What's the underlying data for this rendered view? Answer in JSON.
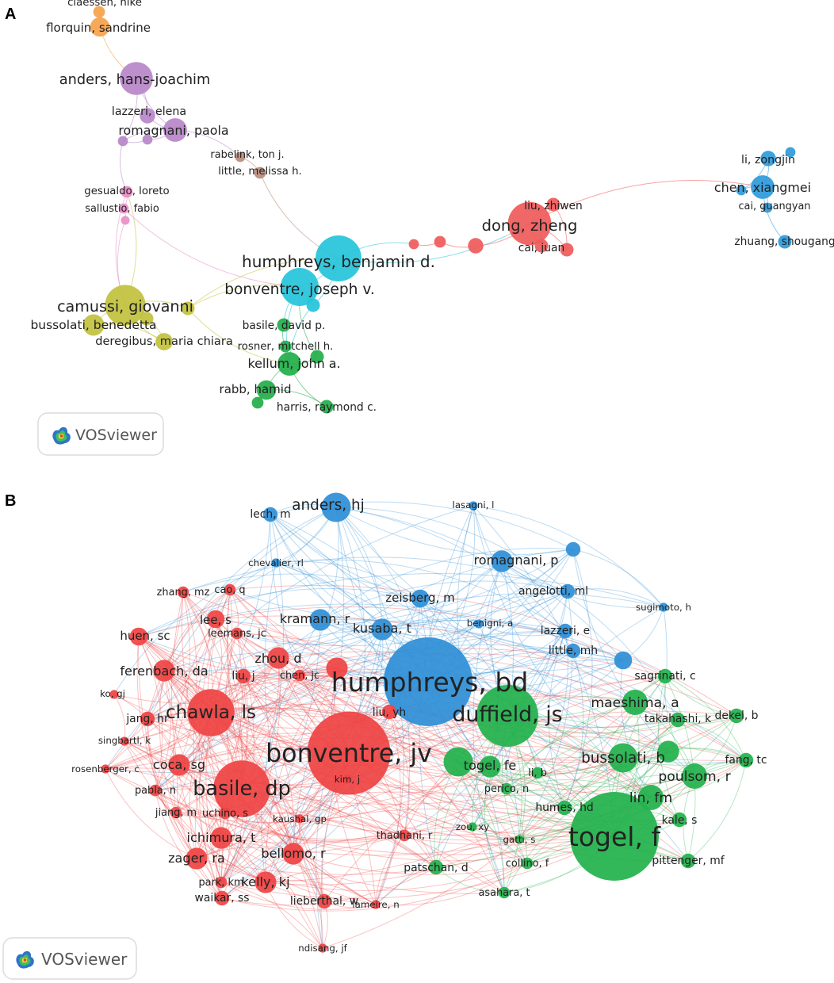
{
  "panels": [
    {
      "id": "A",
      "letter": "A",
      "badge": "VOSviewer",
      "colors": {
        "orange": "#F5A24E",
        "purple": "#B886C8",
        "pink": "#E98FC6",
        "brown": "#B98C7C",
        "cyan": "#27C4DA",
        "red": "#EF5B5B",
        "blue": "#2E9BDB",
        "olive": "#C2C23E",
        "green": "#22AE4A"
      },
      "nodes": [
        {
          "id": "a_claessen",
          "label": "claessen, nike",
          "c": "orange",
          "v": 0.25
        },
        {
          "id": "a_florquin",
          "label": "florquin, sandrine",
          "c": "orange",
          "v": 0.45
        },
        {
          "id": "a_anders",
          "label": "anders, hans-joachim",
          "c": "purple",
          "v": 0.75
        },
        {
          "id": "a_lazzeri",
          "label": "lazzeri, elena",
          "c": "purple",
          "v": 0.35
        },
        {
          "id": "a_romagnani",
          "label": "romagnani, paola",
          "c": "purple",
          "v": 0.55
        },
        {
          "id": "a_p1",
          "label": "",
          "c": "purple",
          "v": 0.2
        },
        {
          "id": "a_p2",
          "label": "",
          "c": "purple",
          "v": 0.2
        },
        {
          "id": "a_rabelink",
          "label": "rabelink, ton j.",
          "c": "brown",
          "v": 0.2
        },
        {
          "id": "a_little",
          "label": "little, melissa h.",
          "c": "brown",
          "v": 0.25
        },
        {
          "id": "a_gesualdo",
          "label": "gesualdo, loreto",
          "c": "pink",
          "v": 0.25
        },
        {
          "id": "a_sallustio",
          "label": "sallustio, fabio",
          "c": "pink",
          "v": 0.2
        },
        {
          "id": "a_pk1",
          "label": "",
          "c": "pink",
          "v": 0.15
        },
        {
          "id": "a_humphreys",
          "label": "humphreys, benjamin d.",
          "c": "cyan",
          "v": 1.0
        },
        {
          "id": "a_bonventre",
          "label": "bonventre, joseph v.",
          "c": "cyan",
          "v": 0.85
        },
        {
          "id": "a_cy1",
          "label": "",
          "c": "cyan",
          "v": 0.3
        },
        {
          "id": "a_dong",
          "label": "dong, zheng",
          "c": "red",
          "v": 0.95
        },
        {
          "id": "a_liu",
          "label": "liu, zhiwen",
          "c": "red",
          "v": 0.3
        },
        {
          "id": "a_cai",
          "label": "cai, juan",
          "c": "red",
          "v": 0.3
        },
        {
          "id": "a_r1",
          "label": "",
          "c": "red",
          "v": 0.35
        },
        {
          "id": "a_r2",
          "label": "",
          "c": "red",
          "v": 0.25
        },
        {
          "id": "a_r3",
          "label": "",
          "c": "red",
          "v": 0.2
        },
        {
          "id": "a_r4",
          "label": "",
          "c": "red",
          "v": 0.3
        },
        {
          "id": "a_li",
          "label": "li, zongjin",
          "c": "blue",
          "v": 0.35
        },
        {
          "id": "a_chen",
          "label": "chen, xiangmei",
          "c": "blue",
          "v": 0.55
        },
        {
          "id": "a_caig",
          "label": "cai, guangyan",
          "c": "blue",
          "v": 0.2
        },
        {
          "id": "a_zhuang",
          "label": "zhuang, shougang",
          "c": "blue",
          "v": 0.3
        },
        {
          "id": "a_b1",
          "label": "",
          "c": "blue",
          "v": 0.2
        },
        {
          "id": "a_b2",
          "label": "",
          "c": "blue",
          "v": 0.2
        },
        {
          "id": "a_camussi",
          "label": "camussi, giovanni",
          "c": "olive",
          "v": 0.9
        },
        {
          "id": "a_bussolati",
          "label": "bussolati, benedetta",
          "c": "olive",
          "v": 0.5
        },
        {
          "id": "a_deregibus",
          "label": "deregibus, maria chiara",
          "c": "olive",
          "v": 0.4
        },
        {
          "id": "a_o1",
          "label": "",
          "c": "olive",
          "v": 0.3
        },
        {
          "id": "a_o2",
          "label": "",
          "c": "olive",
          "v": 0.3
        },
        {
          "id": "a_basile",
          "label": "basile, david p.",
          "c": "green",
          "v": 0.3
        },
        {
          "id": "a_rosner",
          "label": "rosner, mitchell h.",
          "c": "green",
          "v": 0.25
        },
        {
          "id": "a_kellum",
          "label": "kellum, john a.",
          "c": "green",
          "v": 0.55
        },
        {
          "id": "a_rabb",
          "label": "rabb, hamid",
          "c": "green",
          "v": 0.45
        },
        {
          "id": "a_harris",
          "label": "harris, raymond c.",
          "c": "green",
          "v": 0.3
        },
        {
          "id": "a_g1",
          "label": "",
          "c": "green",
          "v": 0.25
        },
        {
          "id": "a_g2",
          "label": "",
          "c": "green",
          "v": 0.3
        }
      ]
    },
    {
      "id": "B",
      "letter": "B",
      "badge": "VOSviewer",
      "colors": {
        "red": "#EF4444",
        "green": "#22B24C",
        "blue": "#2F8FD6"
      },
      "nodes": [
        {
          "id": "b_anders",
          "label": "anders, hj",
          "c": "blue",
          "v": 0.4
        },
        {
          "id": "b_lech",
          "label": "lech, m",
          "c": "blue",
          "v": 0.2
        },
        {
          "id": "b_lasagni",
          "label": "lasagni, l",
          "c": "blue",
          "v": 0.1
        },
        {
          "id": "b_chevalier",
          "label": "chevalier, rl",
          "c": "blue",
          "v": 0.1
        },
        {
          "id": "b_romagnani",
          "label": "romagnani, p",
          "c": "blue",
          "v": 0.3
        },
        {
          "id": "b_angelotti",
          "label": "angelotti, ml",
          "c": "blue",
          "v": 0.2
        },
        {
          "id": "b_zeisberg",
          "label": "zeisberg, m",
          "c": "blue",
          "v": 0.25
        },
        {
          "id": "b_sugimoto",
          "label": "sugimoto, h",
          "c": "blue",
          "v": 0.1
        },
        {
          "id": "b_kramann",
          "label": "kramann, r",
          "c": "blue",
          "v": 0.3
        },
        {
          "id": "b_kusaba",
          "label": "kusaba, t",
          "c": "blue",
          "v": 0.3
        },
        {
          "id": "b_benigni",
          "label": "benigni, a",
          "c": "blue",
          "v": 0.1
        },
        {
          "id": "b_lazzeri",
          "label": "lazzeri, e",
          "c": "blue",
          "v": 0.2
        },
        {
          "id": "b_little",
          "label": "little, mh",
          "c": "blue",
          "v": 0.2
        },
        {
          "id": "b_humphreys",
          "label": "humphreys, bd",
          "c": "blue",
          "v": 1.0
        },
        {
          "id": "b_bl1",
          "label": "",
          "c": "blue",
          "v": 0.25
        },
        {
          "id": "b_bl2",
          "label": "",
          "c": "blue",
          "v": 0.2
        },
        {
          "id": "b_zhang",
          "label": "zhang, mz",
          "c": "red",
          "v": 0.15
        },
        {
          "id": "b_cao",
          "label": "cao, q",
          "c": "red",
          "v": 0.15
        },
        {
          "id": "b_lee",
          "label": "lee, s",
          "c": "red",
          "v": 0.25
        },
        {
          "id": "b_leemans",
          "label": "leemans, jc",
          "c": "red",
          "v": 0.15
        },
        {
          "id": "b_huen",
          "label": "huen, sc",
          "c": "red",
          "v": 0.25
        },
        {
          "id": "b_ferenbach",
          "label": "ferenbach, da",
          "c": "red",
          "v": 0.3
        },
        {
          "id": "b_zhou",
          "label": "zhou, d",
          "c": "red",
          "v": 0.3
        },
        {
          "id": "b_liuj",
          "label": "liu, j",
          "c": "red",
          "v": 0.2
        },
        {
          "id": "b_chenjc",
          "label": "chen, jc",
          "c": "red",
          "v": 0.15
        },
        {
          "id": "b_ko",
          "label": "ko, gj",
          "c": "red",
          "v": 0.1
        },
        {
          "id": "b_chawla",
          "label": "chawla, ls",
          "c": "red",
          "v": 0.6
        },
        {
          "id": "b_jang",
          "label": "jang, hr",
          "c": "red",
          "v": 0.2
        },
        {
          "id": "b_singbartl",
          "label": "singbartl, k",
          "c": "red",
          "v": 0.1
        },
        {
          "id": "b_liuyh",
          "label": "liu, yh",
          "c": "red",
          "v": 0.2
        },
        {
          "id": "b_bonventre",
          "label": "bonventre, jv",
          "c": "red",
          "v": 0.95
        },
        {
          "id": "b_coca",
          "label": "coca, sg",
          "c": "red",
          "v": 0.3
        },
        {
          "id": "b_rosenberger",
          "label": "rosenberger, c",
          "c": "red",
          "v": 0.1
        },
        {
          "id": "b_basile",
          "label": "basile, dp",
          "c": "red",
          "v": 0.7
        },
        {
          "id": "b_kim",
          "label": "kim, j",
          "c": "red",
          "v": 0.1
        },
        {
          "id": "b_pabla",
          "label": "pabla, n",
          "c": "red",
          "v": 0.15
        },
        {
          "id": "b_jiang",
          "label": "jiang, m",
          "c": "red",
          "v": 0.15
        },
        {
          "id": "b_uchino",
          "label": "uchino, s",
          "c": "red",
          "v": 0.15
        },
        {
          "id": "b_kaushal",
          "label": "kaushal, gp",
          "c": "red",
          "v": 0.1
        },
        {
          "id": "b_ichimura",
          "label": "ichimura, t",
          "c": "red",
          "v": 0.3
        },
        {
          "id": "b_bellomo",
          "label": "bellomo, r",
          "c": "red",
          "v": 0.3
        },
        {
          "id": "b_zager",
          "label": "zager, ra",
          "c": "red",
          "v": 0.3
        },
        {
          "id": "b_park",
          "label": "park, km",
          "c": "red",
          "v": 0.15
        },
        {
          "id": "b_kelly",
          "label": "kelly, kj",
          "c": "red",
          "v": 0.3
        },
        {
          "id": "b_waikar",
          "label": "waikar, ss",
          "c": "red",
          "v": 0.2
        },
        {
          "id": "b_lieberthal",
          "label": "lieberthal, w",
          "c": "red",
          "v": 0.2
        },
        {
          "id": "b_lameire",
          "label": "lameire, n",
          "c": "red",
          "v": 0.1
        },
        {
          "id": "b_ndisang",
          "label": "ndisang, jf",
          "c": "red",
          "v": 0.1
        },
        {
          "id": "b_thadhani",
          "label": "thadhani, r",
          "c": "red",
          "v": 0.15
        },
        {
          "id": "b_rd1",
          "label": "",
          "c": "red",
          "v": 0.3
        },
        {
          "id": "b_duffield",
          "label": "duffield, js",
          "c": "green",
          "v": 0.75
        },
        {
          "id": "b_sagrinati",
          "label": "sagrinati, c",
          "c": "green",
          "v": 0.2
        },
        {
          "id": "b_maeshima",
          "label": "maeshima, a",
          "c": "green",
          "v": 0.35
        },
        {
          "id": "b_takahashi",
          "label": "takahashi, k",
          "c": "green",
          "v": 0.2
        },
        {
          "id": "b_dekel",
          "label": "dekel, b",
          "c": "green",
          "v": 0.2
        },
        {
          "id": "b_bussolati",
          "label": "bussolati, b",
          "c": "green",
          "v": 0.4
        },
        {
          "id": "b_fang",
          "label": "fang, tc",
          "c": "green",
          "v": 0.2
        },
        {
          "id": "b_togelfe",
          "label": "togel, fe",
          "c": "green",
          "v": 0.3
        },
        {
          "id": "b_lib",
          "label": "li, b",
          "c": "green",
          "v": 0.15
        },
        {
          "id": "b_poulsom",
          "label": "poulsom, r",
          "c": "green",
          "v": 0.35
        },
        {
          "id": "b_perico",
          "label": "perico, n",
          "c": "green",
          "v": 0.15
        },
        {
          "id": "b_linfm",
          "label": "lin, fm",
          "c": "green",
          "v": 0.35
        },
        {
          "id": "b_humes",
          "label": "humes, hd",
          "c": "green",
          "v": 0.2
        },
        {
          "id": "b_kale",
          "label": "kale, s",
          "c": "green",
          "v": 0.2
        },
        {
          "id": "b_zou",
          "label": "zou, xy",
          "c": "green",
          "v": 0.1
        },
        {
          "id": "b_gatti",
          "label": "gatti, s",
          "c": "green",
          "v": 0.1
        },
        {
          "id": "b_togel",
          "label": "togel, f",
          "c": "green",
          "v": 1.0
        },
        {
          "id": "b_collino",
          "label": "collino, f",
          "c": "green",
          "v": 0.15
        },
        {
          "id": "b_patschan",
          "label": "patschan, d",
          "c": "green",
          "v": 0.2
        },
        {
          "id": "b_pittenger",
          "label": "pittenger, mf",
          "c": "green",
          "v": 0.2
        },
        {
          "id": "b_asahara",
          "label": "asahara, t",
          "c": "green",
          "v": 0.15
        },
        {
          "id": "b_gr1",
          "label": "",
          "c": "green",
          "v": 0.4
        },
        {
          "id": "b_gr2",
          "label": "",
          "c": "green",
          "v": 0.3
        }
      ]
    }
  ]
}
